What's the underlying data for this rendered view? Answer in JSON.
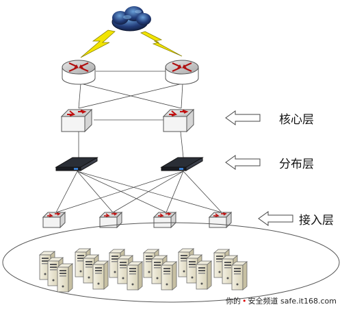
{
  "layers": {
    "core": "核心层",
    "distribution": "分布层",
    "access": "接入层"
  },
  "watermark": {
    "text_left": "你的",
    "text_mid": "安全频道",
    "site": "safe.it168.com"
  },
  "devices": {
    "routers": 2,
    "core_switches": 2,
    "distribution_switches": 2,
    "access_switches": 4,
    "servers": 18
  },
  "colors": {
    "router_top": "#c8c8c8",
    "router_side": "#ffffff",
    "device_red": "#c01010",
    "cloud_blue": "#1c2f66",
    "lightning_yellow": "#f2e400",
    "server_beige": "#e9e4cf"
  },
  "icons": [
    "cloud-icon",
    "lightning-icon",
    "router-icon",
    "switch-icon",
    "rack-switch-icon",
    "server-icon",
    "arrow-left-icon"
  ]
}
